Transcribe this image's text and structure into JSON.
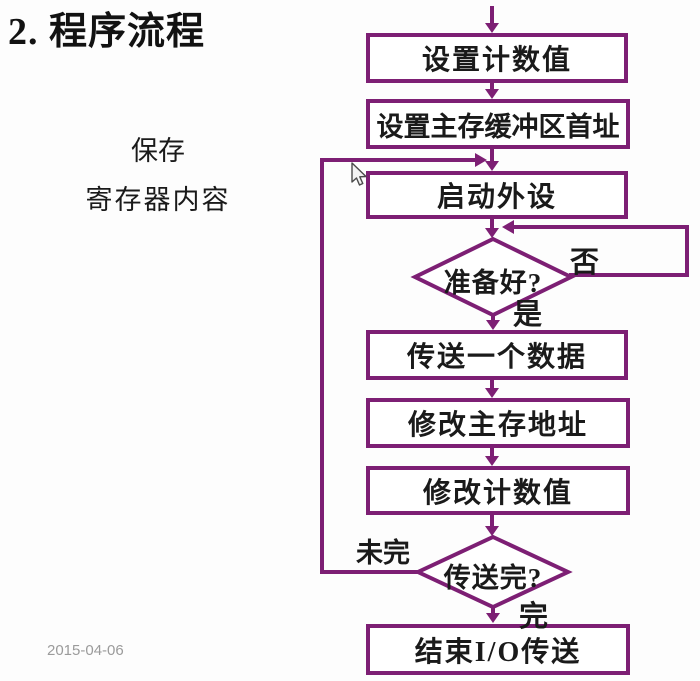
{
  "title": "2. 程序流程",
  "side_note": {
    "line1": "保存",
    "line2": "寄存器内容"
  },
  "footer": {
    "date": "2015-04-06"
  },
  "colors": {
    "accent": "#7D1F74",
    "text": "#1A1A1A",
    "date_gray": "#9B9B9B",
    "box_fill": "#FFFFFF"
  },
  "flowchart": {
    "boxes": [
      {
        "label": "设置计数值"
      },
      {
        "label": "设置主存缓冲区首址"
      },
      {
        "label": "启动外设"
      },
      {
        "label": "传送一个数据"
      },
      {
        "label": "修改主存地址"
      },
      {
        "label": "修改计数值"
      },
      {
        "label": "结束I/O传送"
      }
    ],
    "decisions": [
      {
        "label": "准备好?",
        "yes_label": "是",
        "no_label": "否"
      },
      {
        "label": "传送完?",
        "done_label": "完",
        "not_done_label": "未完"
      }
    ]
  }
}
